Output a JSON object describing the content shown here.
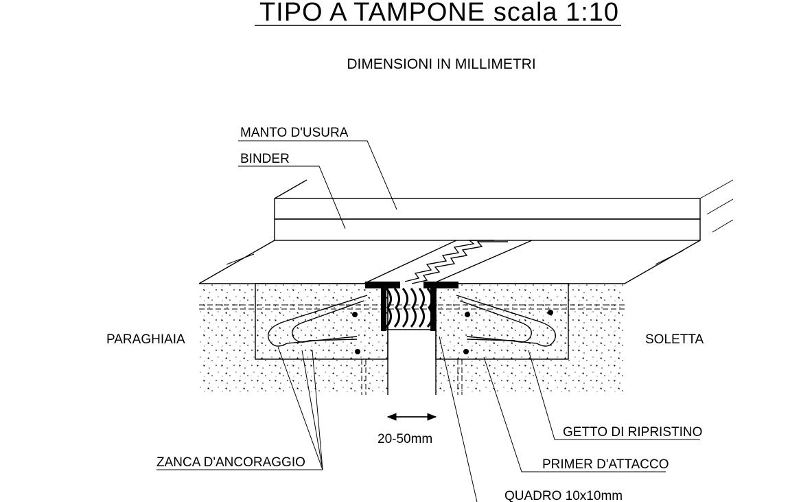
{
  "title": "TIPO A TAMPONE scala 1:10",
  "subtitle": "DIMENSIONI IN MILLIMETRI",
  "labels": {
    "manto": "MANTO D'USURA",
    "binder": "BINDER",
    "paraghiaia": "PARAGHIAIA",
    "soletta": "SOLETTA",
    "gap": "20-50mm",
    "getto": "GETTO DI RIPRISTINO",
    "zanca": "ZANCA D'ANCORAGGIO",
    "primer": "PRIMER D'ATTACCO",
    "quadro": "QUADRO 10x10mm"
  },
  "colors": {
    "line": "#000000",
    "background": "#ffffff"
  }
}
